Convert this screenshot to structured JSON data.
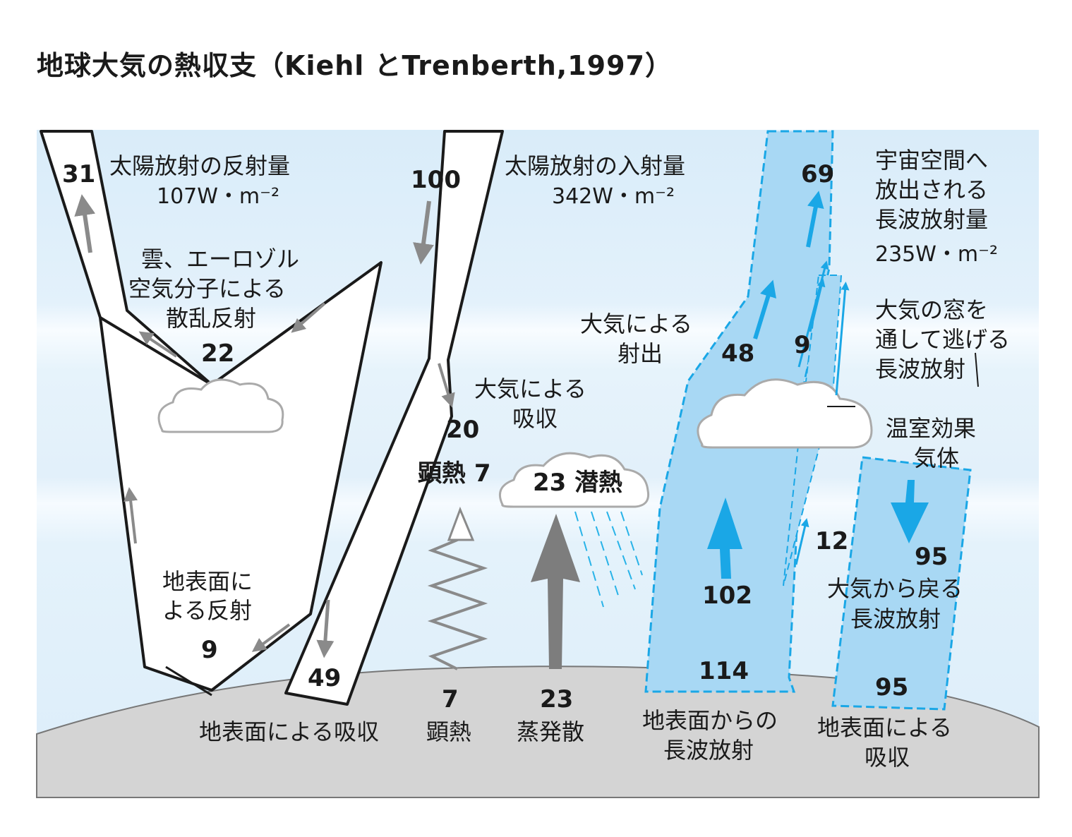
{
  "title": "地球大気の熱収支（Kiehl とTrenberth,1997）",
  "reflected": {
    "label": "太陽放射の反射量",
    "flux": "107W・m⁻²",
    "value": "31"
  },
  "incoming": {
    "label": "太陽放射の入射量",
    "flux": "342W・m⁻²",
    "value": "100"
  },
  "scatter": {
    "line1": "雲、エーロゾル",
    "line2": "空気分子による",
    "line3": "散乱反射",
    "value": "22"
  },
  "surface_reflect": {
    "line1": "地表面に",
    "line2": "よる反射",
    "value": "9"
  },
  "surface_absorb_solar": {
    "value": "49",
    "label": "地表面による吸収"
  },
  "atm_absorb": {
    "line1": "大気による",
    "line2": "吸収",
    "value": "20"
  },
  "sensible": {
    "upper_label": "顕熱 7",
    "value": "7",
    "label": "顕熱"
  },
  "latent": {
    "upper_label": "23 潜熱",
    "value": "23",
    "label": "蒸発散"
  },
  "atm_emit": {
    "line1": "大気による",
    "line2": "射出",
    "value": "48"
  },
  "space_out": {
    "line1": "宇宙空間へ",
    "line2": "放出される",
    "line3": "長波放射量",
    "flux": "235W・m⁻²",
    "value": "69"
  },
  "window": {
    "line1": "大気の窓を",
    "line2": "通して逃げる",
    "line3": "長波放射",
    "value": "9"
  },
  "ghg": {
    "line1": "温室効果",
    "line2": "気体"
  },
  "surface_lw": {
    "value_absorbed": "102",
    "value_total": "114",
    "line1": "地表面からの",
    "line2": "長波放射",
    "value_other": "12"
  },
  "back_radiation": {
    "value_top": "95",
    "line1": "大気から戻る",
    "line2": "長波放射",
    "value_bottom": "95",
    "label_line1": "地表面による",
    "label_line2": "吸収"
  },
  "colors": {
    "sky": "#deeffa",
    "band": "#ffffff",
    "ground": "#d4d4d4",
    "longwave": "#a8d8f4",
    "accent": "#1aa7e6",
    "arrow_grey": "#8a8a8a"
  }
}
